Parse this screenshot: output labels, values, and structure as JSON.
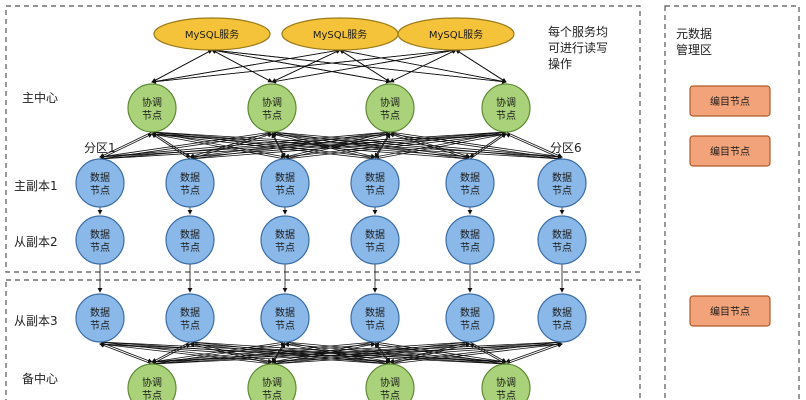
{
  "colors": {
    "mysql_fill": "#f5c33a",
    "mysql_stroke": "#9a7a1a",
    "coord_fill": "#a9d27a",
    "coord_stroke": "#5f8a33",
    "data_fill": "#8ab8e8",
    "data_stroke": "#3c6ea4",
    "editor_fill": "#f3a37a",
    "editor_stroke": "#b05a2a",
    "dash": "#555555",
    "arrow": "#111111"
  },
  "mysql": {
    "label": "MySQL服务",
    "count": 3
  },
  "note": {
    "lines": [
      "每个服务均",
      "可进行读写",
      "操作"
    ]
  },
  "zones": {
    "main_center": "主中心",
    "backup_center": "备中心"
  },
  "partitions": {
    "first": "分区1",
    "last": "分区6"
  },
  "rows": {
    "primary": "主副本1",
    "secondary2": "从副本2",
    "secondary3": "从副本3"
  },
  "node_text": {
    "coord": [
      "协调",
      "节点"
    ],
    "data": [
      "数据",
      "节点"
    ]
  },
  "metadata": {
    "title_lines": [
      "元数据",
      "管理区"
    ],
    "editor_label": "编目节点",
    "editor_count": 3
  }
}
